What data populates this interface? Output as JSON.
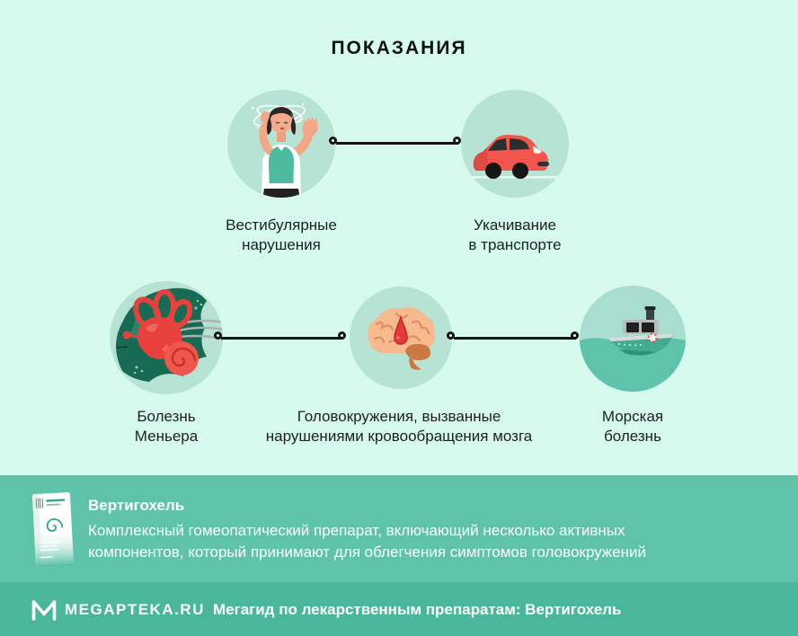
{
  "page": {
    "title": "ПОКАЗАНИЯ"
  },
  "colors": {
    "background": "#d6fbee",
    "circle_fill": "#b7e3d4",
    "band": "#5fc3aa",
    "footer": "#4ab69b",
    "text_dark": "#1b201e",
    "text_light": "#ffffff",
    "connector": "#151515",
    "accent_red": "#ef564d",
    "accent_teal": "#4dbba0",
    "leaf_green": "#176a54"
  },
  "indications": {
    "row1": [
      {
        "label": "Вестибулярные\nнарушения",
        "icon": "dizzy-woman-icon"
      },
      {
        "label": "Укачивание\nв транспорте",
        "icon": "car-icon"
      }
    ],
    "row2": [
      {
        "label": "Болезнь\nМеньера",
        "icon": "inner-ear-icon"
      },
      {
        "label": "Головокружения, вызванные\nнарушениями кровообращения мозга",
        "icon": "brain-icon"
      },
      {
        "label": "Морская\nболезнь",
        "icon": "ship-icon"
      }
    ]
  },
  "product": {
    "name": "Вертигохель",
    "description": "Комплексный гомеопатический препарат, включающий несколько активных\nкомпонентов, который принимают для облегчения симптомов головокружений",
    "icon": "medicine-box-icon"
  },
  "footer": {
    "brand": "MEGAPTEKA.RU",
    "logo": "megapteka-m-icon",
    "caption": "Мегагид по лекарственным препаратам: Вертигохель"
  }
}
